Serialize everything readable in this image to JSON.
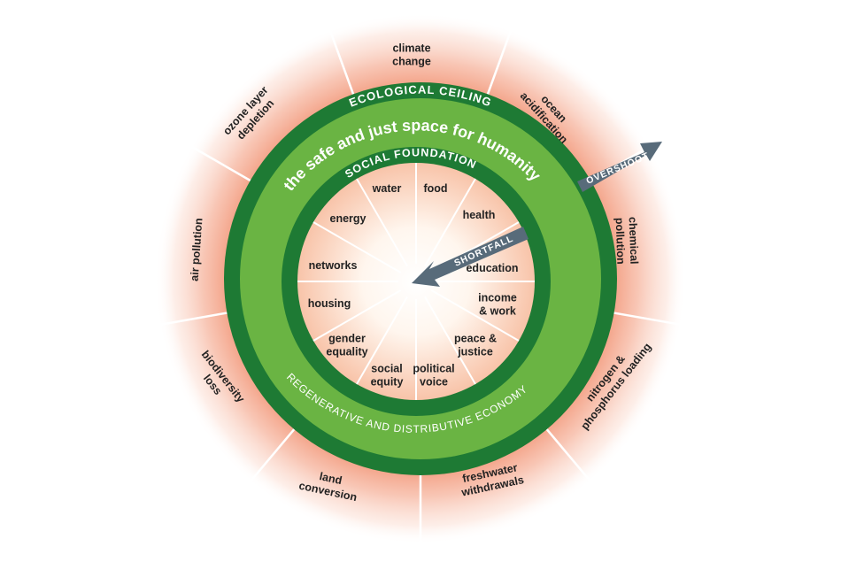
{
  "colors": {
    "dark_green": "#1e7a34",
    "light_green": "#6ab443",
    "overshoot_red": "#f2a38c",
    "arrow_gray": "#586b7a"
  },
  "ecological_ceiling": "ECOLOGICAL CEILING",
  "safe_space": "the safe and just space for humanity",
  "social_foundation": "SOCIAL FOUNDATION",
  "economy": "REGENERATIVE AND DISTRIBUTIVE ECONOMY",
  "overshoot": "OVERSHOOT",
  "shortfall": "SHORTFALL",
  "outer_dimensions": [
    {
      "id": "climate",
      "lines": [
        "climate",
        "change"
      ]
    },
    {
      "id": "ocean",
      "lines": [
        "ocean",
        "acidification"
      ]
    },
    {
      "id": "chemical",
      "lines": [
        "chemical",
        "pollution"
      ]
    },
    {
      "id": "nitrogen",
      "lines": [
        "nitrogen &",
        "phosphorus loading"
      ]
    },
    {
      "id": "freshwater",
      "lines": [
        "freshwater",
        "withdrawals"
      ]
    },
    {
      "id": "land",
      "lines": [
        "land",
        "conversion"
      ]
    },
    {
      "id": "biodiversity",
      "lines": [
        "biodiversity",
        "loss"
      ]
    },
    {
      "id": "air",
      "lines": [
        "air pollution"
      ]
    },
    {
      "id": "ozone",
      "lines": [
        "ozone layer",
        "depletion"
      ]
    }
  ],
  "inner_dimensions": [
    {
      "id": "water",
      "lines": [
        "water"
      ]
    },
    {
      "id": "food",
      "lines": [
        "food"
      ]
    },
    {
      "id": "health",
      "lines": [
        "health"
      ]
    },
    {
      "id": "education",
      "lines": [
        "education"
      ]
    },
    {
      "id": "income",
      "lines": [
        "income",
        "& work"
      ]
    },
    {
      "id": "peace",
      "lines": [
        "peace &",
        "justice"
      ]
    },
    {
      "id": "political",
      "lines": [
        "political",
        "voice"
      ]
    },
    {
      "id": "social-equity",
      "lines": [
        "social",
        "equity"
      ]
    },
    {
      "id": "gender",
      "lines": [
        "gender",
        "equality"
      ]
    },
    {
      "id": "housing",
      "lines": [
        "housing"
      ]
    },
    {
      "id": "networks",
      "lines": [
        "networks"
      ]
    },
    {
      "id": "energy",
      "lines": [
        "energy"
      ]
    }
  ]
}
